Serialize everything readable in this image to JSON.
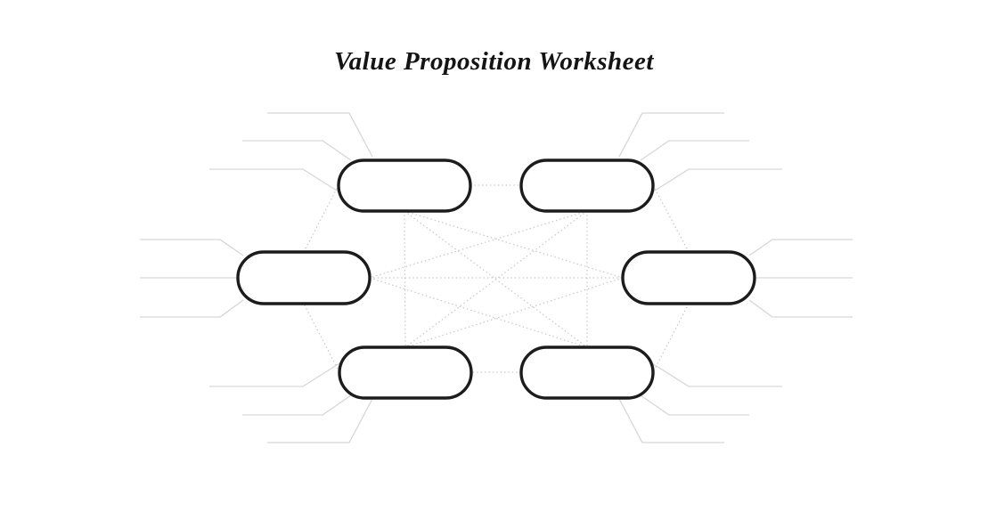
{
  "page": {
    "title": "Value Proposition Worksheet",
    "background_color": "#ffffff"
  },
  "diagram": {
    "style": {
      "node_fill": "#ffffff",
      "node_border_color": "#1c1c1c",
      "connector_color": "#c8c8c8",
      "callout_color": "#d6d6d6",
      "title_color": "#141414"
    },
    "nodes": [
      {
        "id": "top-left",
        "label": ""
      },
      {
        "id": "top-right",
        "label": ""
      },
      {
        "id": "middle-left",
        "label": ""
      },
      {
        "id": "middle-right",
        "label": ""
      },
      {
        "id": "bottom-left",
        "label": ""
      },
      {
        "id": "bottom-right",
        "label": ""
      }
    ]
  }
}
